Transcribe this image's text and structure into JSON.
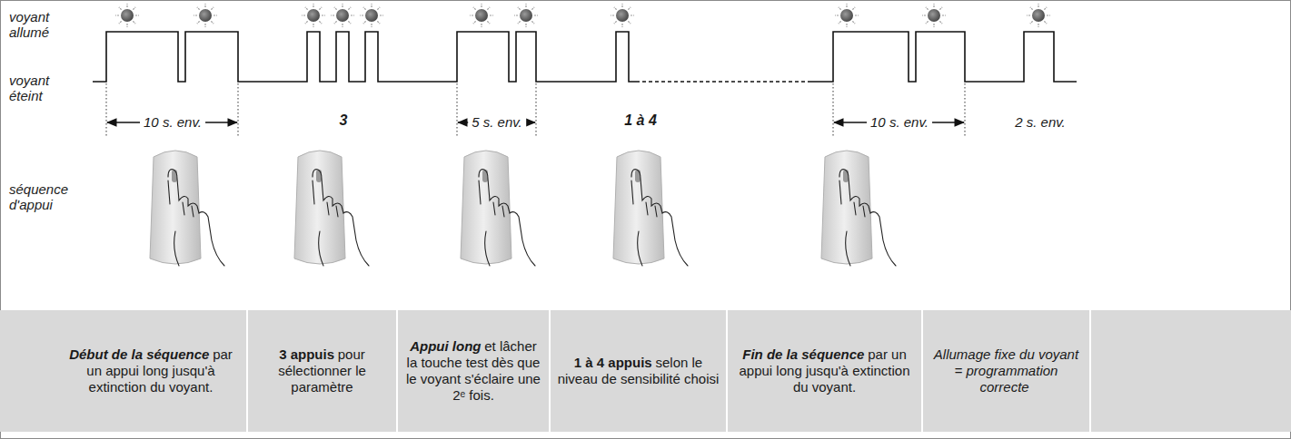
{
  "diagram": {
    "nodes": [
      {
        "text": [
          "Début de la séquence",
          "par un appui long jusqu'à extinction du voyant."
        ]
      },
      {
        "text": [
          "3 appuis",
          "pour sélectionner le paramètre"
        ]
      },
      {
        "text": [
          "Appui long",
          "et lâcher la touche test dès que le voyant s'éclaire une 2ᵉ fois."
        ]
      },
      {
        "text": [
          "1 à 4 appuis",
          "selon le niveau de sensibilité choisi"
        ]
      },
      {
        "text": [
          "Fin de la séquence",
          "par un appui long jusqu'à extinction du voyant."
        ]
      },
      {
        "text": [
          "Allumage fixe du voyant = programmation correcte"
        ]
      }
    ],
    "labels": [
      "voyant allumé",
      "voyant éteint",
      "séquence d'appui",
      "10 s. env.",
      "3",
      "5 s. env.",
      "1 à 4",
      "10 s. env.",
      "2 s. env."
    ]
  }
}
